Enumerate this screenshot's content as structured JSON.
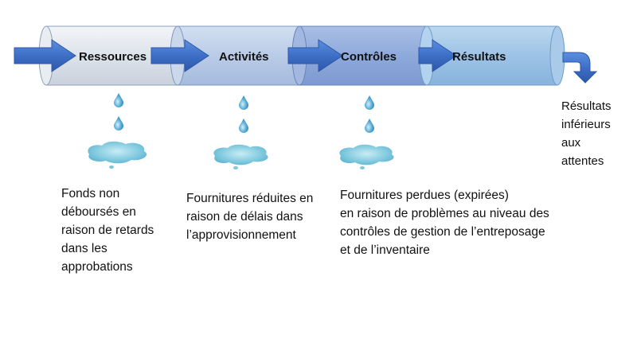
{
  "stages": [
    {
      "label": "Ressources"
    },
    {
      "label": "Activités"
    },
    {
      "label": "Contrôles"
    },
    {
      "label": "Résultats"
    }
  ],
  "leak_notes": [
    {
      "lines": [
        "Fonds non",
        "déboursés en",
        "raison de retards",
        "dans les",
        "approbations"
      ]
    },
    {
      "lines": [
        "Fournitures réduites en",
        "raison de délais dans",
        "l’approvisionnement"
      ]
    },
    {
      "lines": [
        "Fournitures perdues (expirées)",
        "en raison de problèmes au niveau des",
        "contrôles de gestion de l’entreposage",
        "et de l’inventaire"
      ]
    }
  ],
  "outcome_note": {
    "lines": [
      "Résultats",
      "inférieurs",
      "aux",
      "attentes"
    ]
  },
  "colors": {
    "pipe_1": "#dde3eb",
    "pipe_2": "#b9cbe6",
    "pipe_3": "#8ea9db",
    "pipe_4": "#9dc3e6",
    "arrow": "#3b6cc4",
    "drop": "#5aaed8",
    "puddle": "#7cc7dd"
  }
}
